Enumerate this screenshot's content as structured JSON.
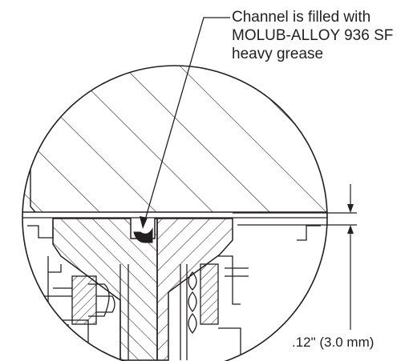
{
  "callout": {
    "line1": "Channel is filled with",
    "line2": "MOLUB-ALLOY 936 SF",
    "line3": "heavy grease"
  },
  "dimension": {
    "label": ".12\" (3.0 mm)"
  },
  "colors": {
    "ink": "#231f20",
    "background": "#ffffff"
  }
}
